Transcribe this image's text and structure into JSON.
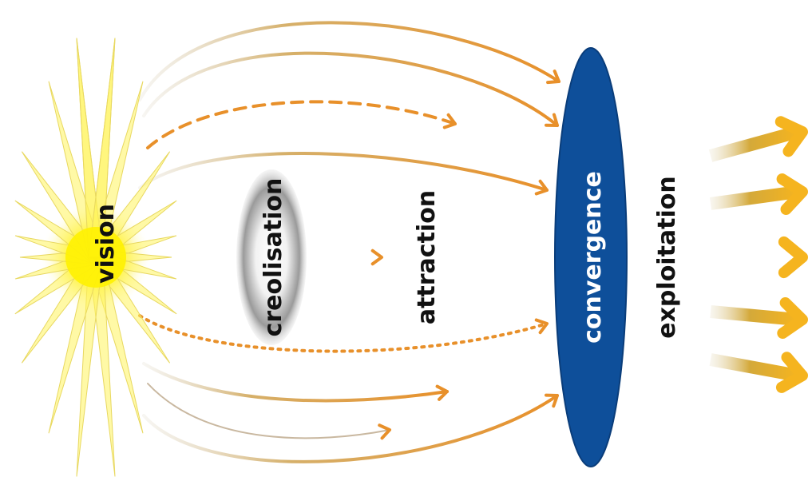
{
  "labels": {
    "vision": "vision",
    "creolisation": "creolisation",
    "attraction": "attraction",
    "convergence": "convergence",
    "exploitation": "exploitation"
  },
  "colors": {
    "arrow": "#e8902a",
    "arrow_fade": "#c8bca0",
    "star_fill": "#fff45c",
    "star_stroke": "#e8d860",
    "ellipse_blue": "#0e4f9a",
    "fat_arrow": "#f5b41f",
    "creolisation_gray": "#8a8a8a"
  }
}
